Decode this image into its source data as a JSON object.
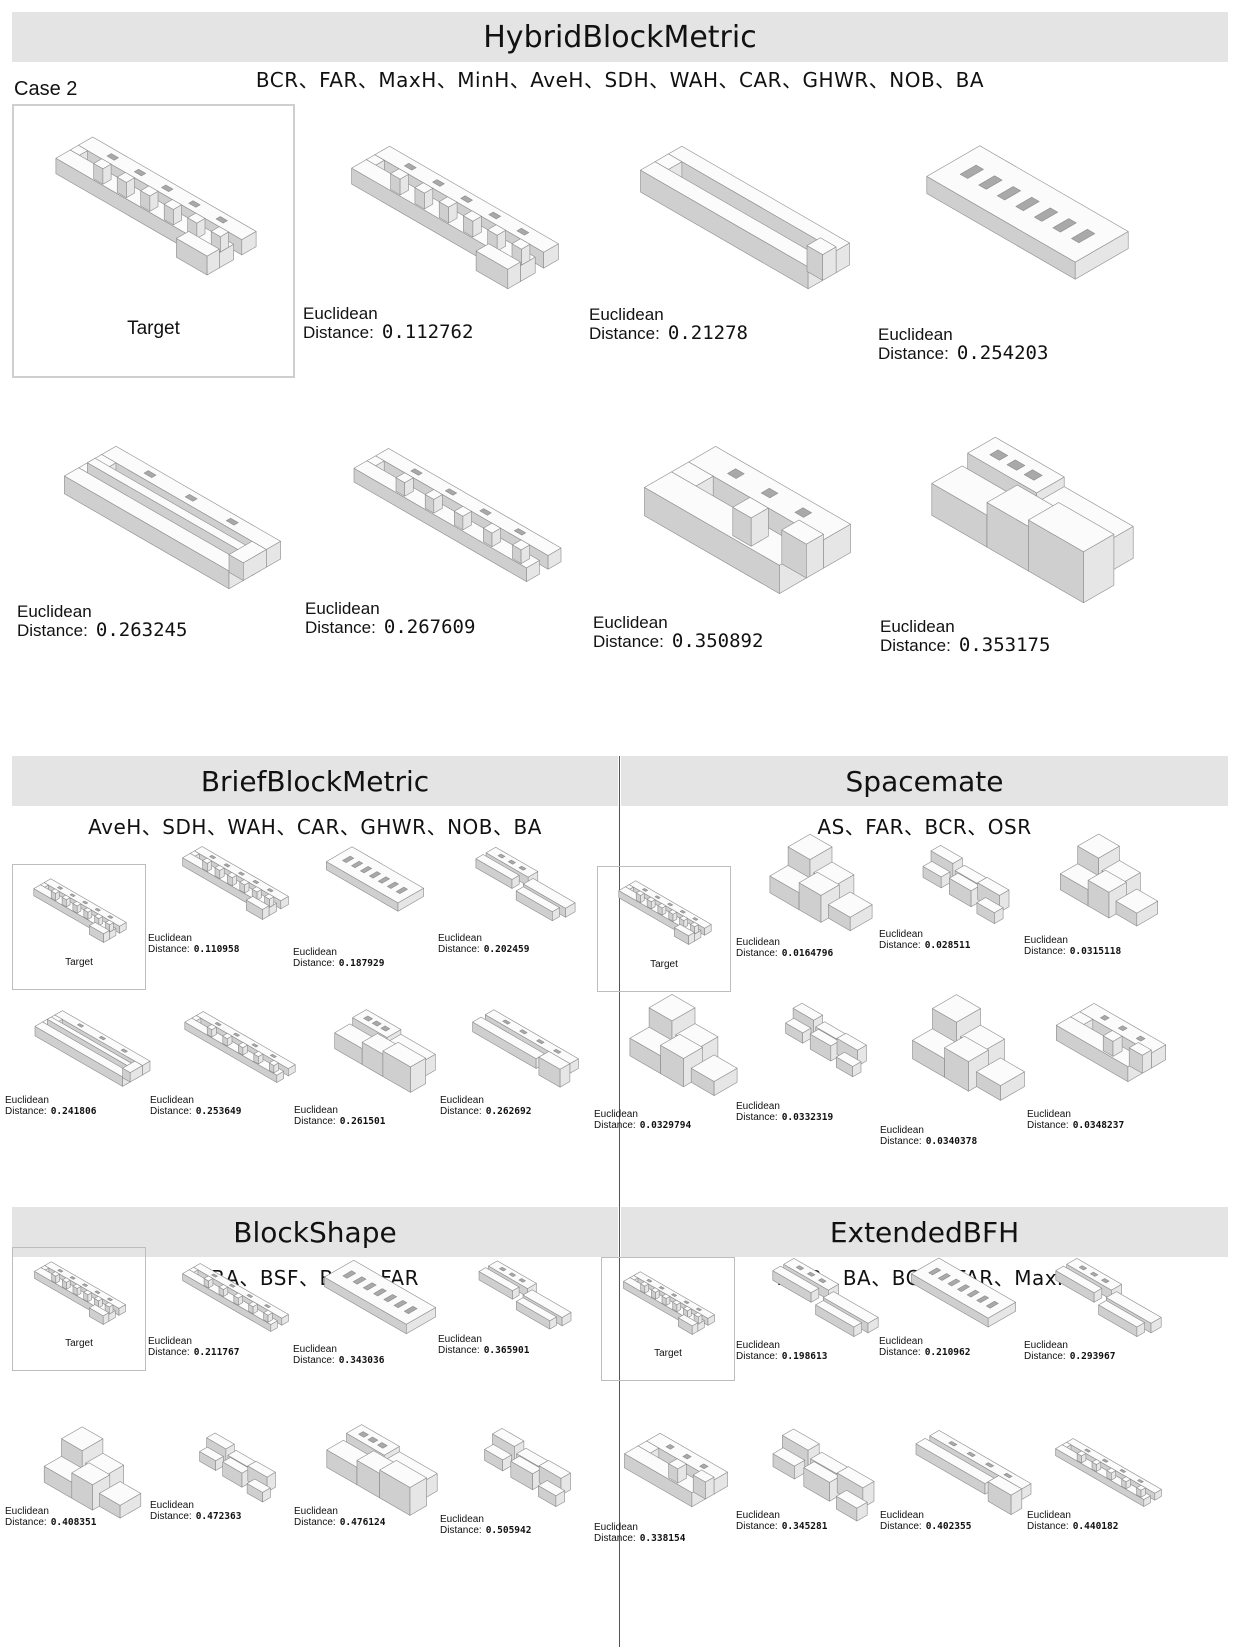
{
  "case_label": "Case 2",
  "target_label": "Target",
  "distance_label": {
    "line1": "Euclidean",
    "line2": "Distance:"
  },
  "panels": {
    "hybrid": {
      "title": "HybridBlockMetric",
      "metrics": "BCR、FAR、MaxH、MinH、AveH、SDH、WAH、CAR、GHWR、NOB、BA",
      "results": [
        {
          "value": "0.112762",
          "icon": "block-rows-model"
        },
        {
          "value": "0.21278",
          "icon": "long-courtyard-model"
        },
        {
          "value": "0.254203",
          "icon": "wide-slab-model"
        },
        {
          "value": "0.263245",
          "icon": "perimeter-block-model"
        },
        {
          "value": "0.267609",
          "icon": "narrow-bar-model"
        },
        {
          "value": "0.350892",
          "icon": "courtyard-cluster-model"
        },
        {
          "value": "0.353175",
          "icon": "stepped-cluster-model"
        }
      ]
    },
    "brief": {
      "title": "BriefBlockMetric",
      "metrics": "AveH、SDH、WAH、CAR、GHWR、NOB、BA",
      "results": [
        {
          "value": "0.110958",
          "icon": "block-rows-model"
        },
        {
          "value": "0.187929",
          "icon": "wide-slab-model"
        },
        {
          "value": "0.202459",
          "icon": "split-blocks-model"
        },
        {
          "value": "0.241806",
          "icon": "perimeter-block-model"
        },
        {
          "value": "0.253649",
          "icon": "narrow-bar-model"
        },
        {
          "value": "0.261501",
          "icon": "stepped-cluster-model"
        },
        {
          "value": "0.262692",
          "icon": "tapered-bar-model"
        }
      ]
    },
    "spacemate": {
      "title": "Spacemate",
      "metrics": "AS、FAR、BCR、OSR",
      "results": [
        {
          "value": "0.0164796",
          "icon": "tower-cluster-model"
        },
        {
          "value": "0.028511",
          "icon": "fragmented-blocks-model"
        },
        {
          "value": "0.0315118",
          "icon": "tower-cluster-model"
        },
        {
          "value": "0.0329794",
          "icon": "tower-cluster-model"
        },
        {
          "value": "0.0332319",
          "icon": "fragmented-blocks-model"
        },
        {
          "value": "0.0340378",
          "icon": "tower-cluster-model"
        },
        {
          "value": "0.0348237",
          "icon": "courtyard-cluster-model"
        }
      ]
    },
    "shape": {
      "title": "BlockShape",
      "metrics": "BA、BSF、BSS、FAR",
      "results": [
        {
          "value": "0.211767",
          "icon": "narrow-bar-model"
        },
        {
          "value": "0.343036",
          "icon": "wide-slab-model"
        },
        {
          "value": "0.365901",
          "icon": "split-blocks-model"
        },
        {
          "value": "0.408351",
          "icon": "tower-cluster-model"
        },
        {
          "value": "0.472363",
          "icon": "fragmented-blocks-model"
        },
        {
          "value": "0.476124",
          "icon": "stepped-cluster-model"
        },
        {
          "value": "0.505942",
          "icon": "fragmented-blocks-model"
        }
      ]
    },
    "bfh": {
      "title": "ExtendedBFH",
      "metrics": "NOB、BA、BCR、FAR、MaxH",
      "results": [
        {
          "value": "0.198613",
          "icon": "split-blocks-model"
        },
        {
          "value": "0.210962",
          "icon": "wide-slab-model"
        },
        {
          "value": "0.293967",
          "icon": "split-blocks-model"
        },
        {
          "value": "0.338154",
          "icon": "courtyard-cluster-model"
        },
        {
          "value": "0.345281",
          "icon": "fragmented-blocks-model"
        },
        {
          "value": "0.402355",
          "icon": "tapered-bar-model"
        },
        {
          "value": "0.440182",
          "icon": "narrow-bar-model"
        }
      ]
    }
  }
}
